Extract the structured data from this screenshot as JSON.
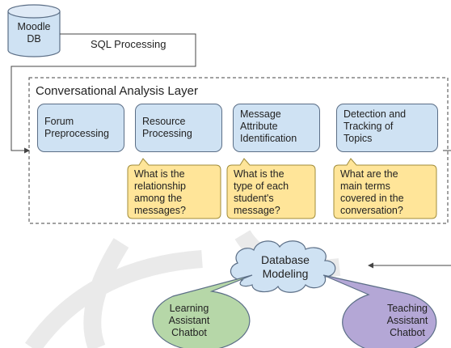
{
  "source": {
    "label": "Moodle\nDB"
  },
  "edge_label": "SQL Processing",
  "layer": {
    "title": "Conversational Analysis Layer"
  },
  "processes": [
    {
      "id": "forum",
      "label": "Forum\nPreprocessing"
    },
    {
      "id": "resource",
      "label": "Resource\nProcessing"
    },
    {
      "id": "message",
      "label": "Message\nAttribute\nIdentification"
    },
    {
      "id": "topics",
      "label": "Detection and\nTracking of\nTopics"
    }
  ],
  "questions": [
    {
      "label": "What is the\nrelationship\namong the\nmessages?"
    },
    {
      "label": "What is the\ntype of each\nstudent's\nmessage?"
    },
    {
      "label": "What are the\nmain terms\ncovered in the\nconversation?"
    }
  ],
  "database_modeling": {
    "label": "Database\nModeling"
  },
  "chatbots": [
    {
      "label": "Learning\nAssistant\nChatbot",
      "color": "#b6d7a8"
    },
    {
      "label": "Teaching\nAssistant\nChatbot",
      "color": "#b4a7d6"
    }
  ],
  "colors": {
    "process_fill": "#cfe2f3",
    "process_stroke": "#5b6e86",
    "question_fill": "#ffe599",
    "question_stroke": "#a08c3a",
    "cloud_fill": "#cfe2f3",
    "watermark": "#e8e8e8"
  }
}
